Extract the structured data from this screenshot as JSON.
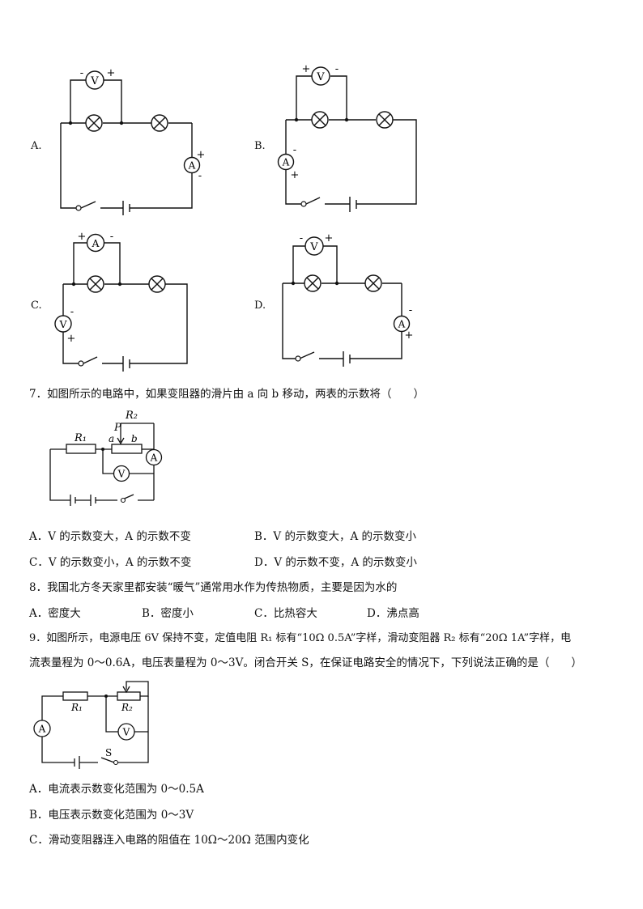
{
  "q6": {
    "options": [
      {
        "label": "A.",
        "meter_top": "V",
        "meter_top_left_sign": "-",
        "meter_top_right_sign": "+",
        "meter_side": "A",
        "meter_side_upper_sign": "+",
        "meter_side_lower_sign": "-"
      },
      {
        "label": "B.",
        "meter_top": "V",
        "meter_top_left_sign": "+",
        "meter_top_right_sign": "-",
        "meter_side": "A",
        "meter_side_upper_sign": "-",
        "meter_side_lower_sign": "+"
      },
      {
        "label": "C.",
        "meter_top": "A",
        "meter_top_left_sign": "+",
        "meter_top_right_sign": "-",
        "meter_side": "V",
        "meter_side_upper_sign": "-",
        "meter_side_lower_sign": "+"
      },
      {
        "label": "D.",
        "meter_top": "V",
        "meter_top_left_sign": "-",
        "meter_top_right_sign": "+",
        "meter_side": "A",
        "meter_side_upper_sign": "-",
        "meter_side_lower_sign": "+"
      }
    ]
  },
  "q7": {
    "stem": "7．如图所示的电路中，如果变阻器的滑片由 a 向 b 移动，两表的示数将（　　）",
    "figure": {
      "r1": "R₁",
      "r2": "R₂",
      "p": "P",
      "a": "a",
      "b": "b",
      "ammeter": "A",
      "voltmeter": "V"
    },
    "options": [
      "A．V 的示数变大，A 的示数不变",
      "B．V 的示数变大，A 的示数变小",
      "C．V 的示数变小，A 的示数不变",
      "D．V 的示数不变，A 的示数变小"
    ]
  },
  "q8": {
    "stem": "8．我国北方冬天家里都安装“暖气”通常用水作为传热物质，主要是因为水的",
    "options": [
      "A．密度大",
      "B．密度小",
      "C．比热容大",
      "D．沸点高"
    ]
  },
  "q9": {
    "stem_line1": "9．如图所示，电源电压 6V 保持不变，定值电阻 R₁ 标有“10Ω 0.5A”字样，滑动变阻器 R₂ 标有“20Ω 1A”字样，电",
    "stem_line2": "流表量程为 0～0.6A，电压表量程为 0～3V。闭合开关 S，在保证电路安全的情况下，下列说法正确的是（　　）",
    "figure": {
      "r1": "R₁",
      "r2": "R₂",
      "ammeter": "A",
      "voltmeter": "V",
      "switch": "S"
    },
    "options": [
      "A．电流表示数变化范围为 0～0.5A",
      "B．电压表示数变化范围为 0～3V",
      "C．滑动变阻器连入电路的阻值在 10Ω～20Ω 范围内变化"
    ]
  }
}
